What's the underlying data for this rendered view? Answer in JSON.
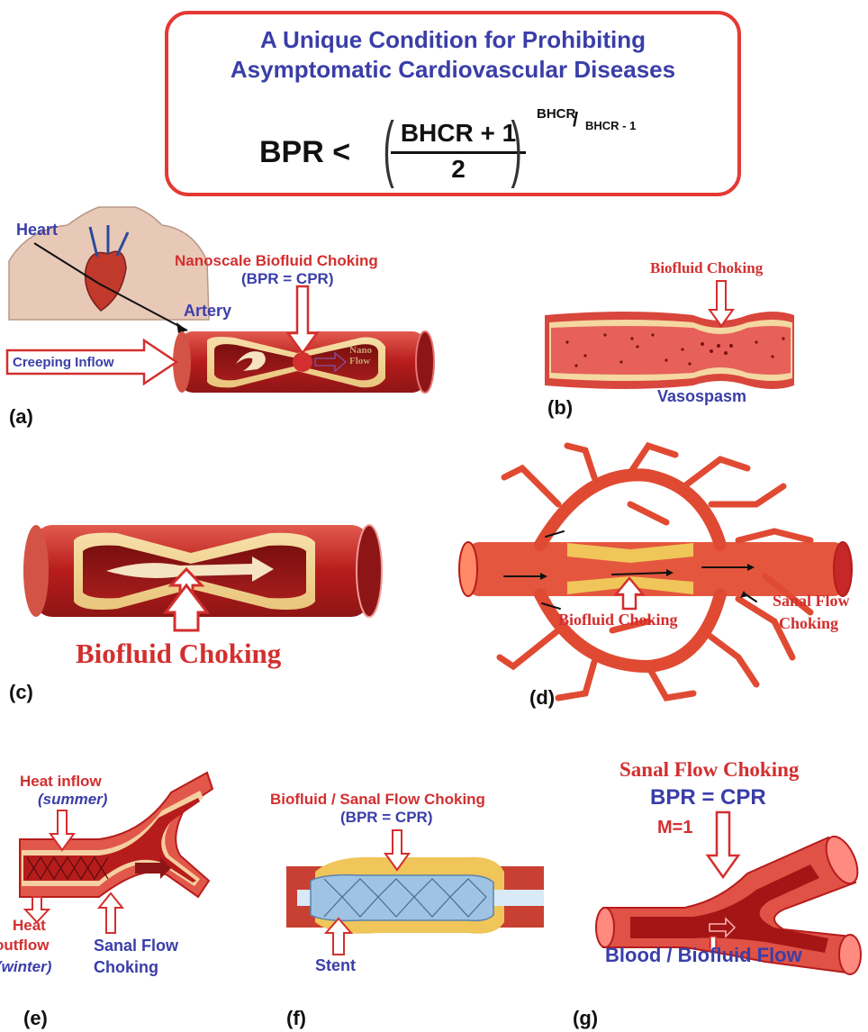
{
  "header": {
    "title_line1": "A Unique Condition for Prohibiting",
    "title_line2": "Asymptomatic Cardiovascular Diseases",
    "lhs": "BPR <",
    "numerator": "BHCR + 1",
    "denominator": "2",
    "exp_num": "BHCR",
    "exp_den": "BHCR - 1"
  },
  "panel_a": {
    "tag": "(a)",
    "heart": "Heart",
    "artery": "Artery",
    "choking_title": "Nanoscale Biofluid Choking",
    "choking_eq": "(BPR = CPR)",
    "inflow": "Creeping Inflow",
    "nano_flow": "Nano Flow"
  },
  "panel_b": {
    "tag": "(b)",
    "choking": "Biofluid Choking",
    "vasospasm": "Vasospasm"
  },
  "panel_c": {
    "tag": "(c)",
    "choking": "Biofluid Choking"
  },
  "panel_d": {
    "tag": "(d)",
    "choking": "Biofluid Choking",
    "sanal_line1": "Sanal Flow",
    "sanal_line2": "Choking"
  },
  "panel_e": {
    "tag": "(e)",
    "heat_inflow": "Heat inflow",
    "summer": "(summer)",
    "heat": "Heat",
    "outflow": "outflow",
    "winter": "(winter)",
    "sanal_line1": "Sanal Flow",
    "sanal_line2": "Choking"
  },
  "panel_f": {
    "tag": "(f)",
    "choking": "Biofluid / Sanal Flow Choking",
    "eq": "(BPR = CPR)",
    "stent": "Stent"
  },
  "panel_g": {
    "tag": "(g)",
    "title": "Sanal Flow Choking",
    "eq": "BPR = CPR",
    "mach": "M=1",
    "flow": "Blood / Biofluid Flow"
  },
  "colors": {
    "title_blue": "#3a3ea8",
    "label_red": "#d32f2f",
    "border_red": "#e53935",
    "vessel": "#c62828"
  }
}
